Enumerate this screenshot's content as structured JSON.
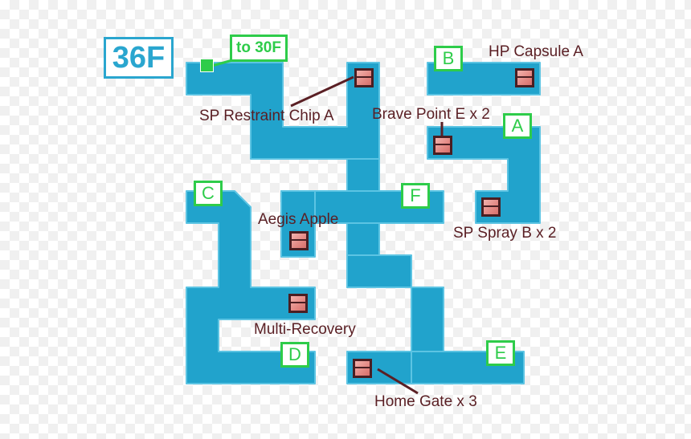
{
  "floor": {
    "label": "36F"
  },
  "stairs": {
    "label": "to 30F"
  },
  "markers": [
    {
      "id": "A",
      "label": "A"
    },
    {
      "id": "B",
      "label": "B"
    },
    {
      "id": "C",
      "label": "C"
    },
    {
      "id": "D",
      "label": "D"
    },
    {
      "id": "E",
      "label": "E"
    },
    {
      "id": "F",
      "label": "F"
    }
  ],
  "items": [
    {
      "label": "HP Capsule A"
    },
    {
      "label": "SP Restraint Chip A"
    },
    {
      "label": "Brave Point E x 2"
    },
    {
      "label": "Aegis Apple"
    },
    {
      "label": "SP Spray B x 2"
    },
    {
      "label": "Multi-Recovery"
    },
    {
      "label": "Home Gate x 3"
    }
  ],
  "colors": {
    "corridor": "#21a3cc",
    "corridor_edge": "#6fcfe9",
    "marker": "#2ecc4a",
    "floor_label": "#2aa6cf",
    "chest": "#e48b86",
    "label_text": "#5a1f24"
  }
}
